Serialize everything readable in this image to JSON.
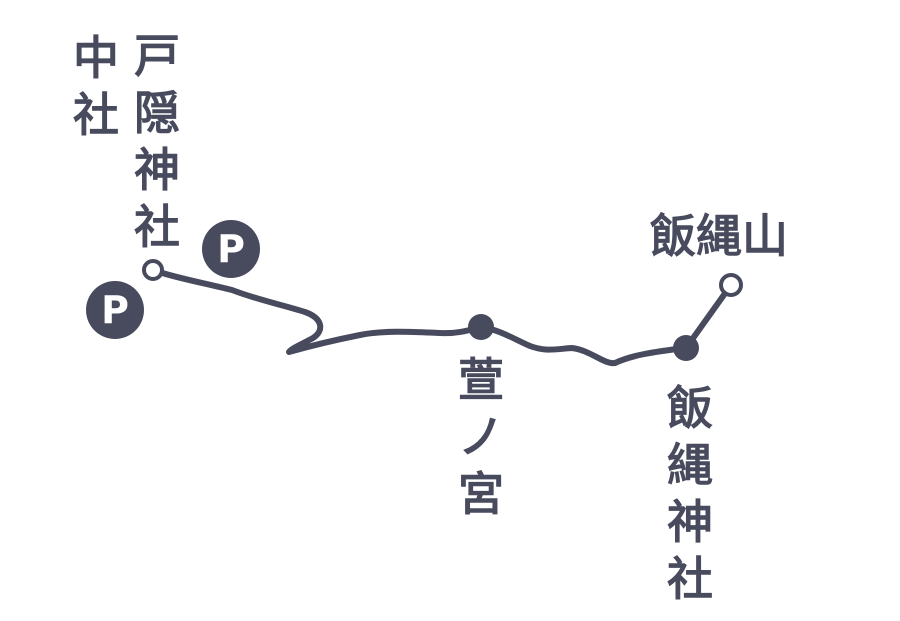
{
  "map": {
    "colors": {
      "ink": "#484a5e",
      "background": "#ffffff"
    },
    "labels": {
      "chusha": "中社",
      "togakushi_shrine": "戸隠神社",
      "kayanomiya": "萱ノ宮",
      "iizuna_shrine": "飯縄神社",
      "iizunayama": "飯縄山"
    },
    "parking": {
      "symbol": "P",
      "count": 2
    },
    "icons": [
      "parking-icon",
      "start-marker-icon",
      "waypoint-marker-icon",
      "summit-marker-icon"
    ]
  }
}
